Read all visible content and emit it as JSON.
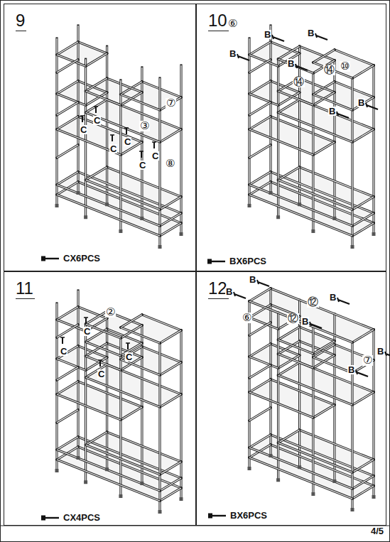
{
  "diagram": {
    "nodes": [
      {
        "text": [
          "9",
          "CX6PCS"
        ]
      },
      {
        "text": [
          "10",
          "BX6PCS"
        ]
      },
      {
        "text": [
          "11",
          "CX4PCS"
        ]
      },
      {
        "text": [
          "12",
          "BX6PCS"
        ]
      }
    ],
    "labels": [
      "⑦",
      "C",
      "C",
      "③",
      "C",
      "C",
      "C",
      "C",
      "⑧",
      "⑥",
      "B",
      "B",
      "⑩",
      "B",
      "B",
      "⑭",
      "⑭",
      "B",
      "B",
      "②",
      "C",
      "C",
      "C",
      "C",
      "B",
      "B",
      "B",
      "⑫",
      "⑥",
      "⑫",
      "B",
      "B",
      "⑦",
      "B",
      "4/5"
    ]
  }
}
